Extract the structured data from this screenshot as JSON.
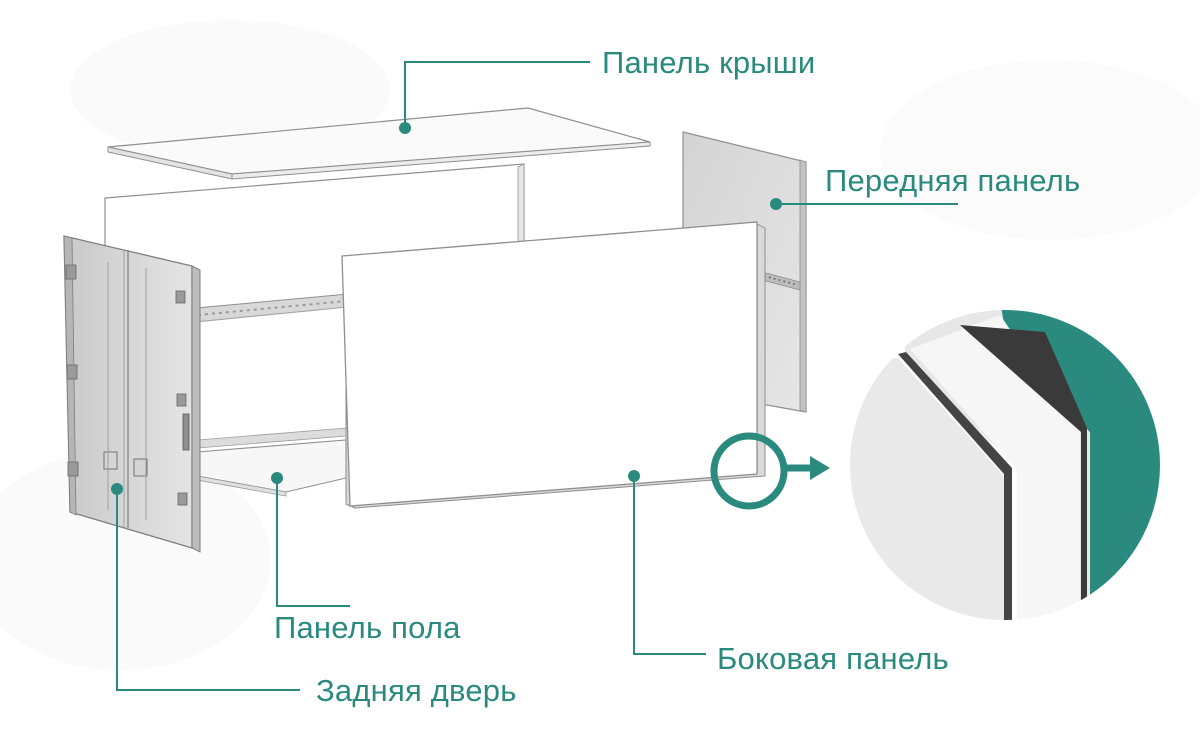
{
  "colors": {
    "accent": "#2a8a7e",
    "panel_stroke": "#8f8f8f",
    "panel_fill": "#ffffff",
    "panel_shade": "#dcdcdc",
    "foam": "#f4f4f4"
  },
  "labels": {
    "roof_panel": "Панель крыши",
    "front_panel": "Передняя панель",
    "floor_panel": "Панель пола",
    "side_panel": "Боковая панель",
    "rear_door": "Задняя дверь"
  }
}
